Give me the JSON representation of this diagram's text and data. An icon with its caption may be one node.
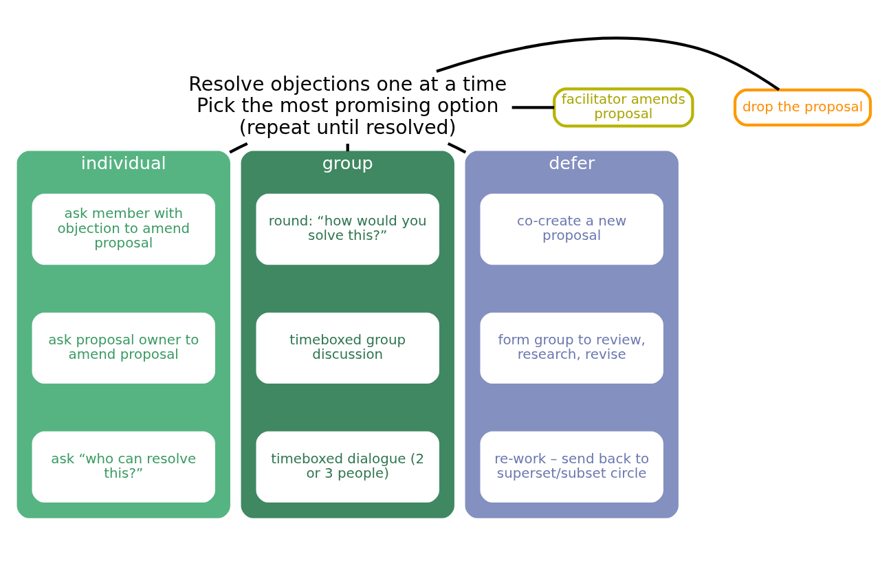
{
  "diagram": {
    "nodes": [
      {
        "text": [
          "Resolve objections one at a time",
          "Pick the most promising option (repeat until resolved)"
        ]
      },
      {
        "text": [
          "facilitator amends proposal"
        ]
      },
      {
        "text": [
          "drop the proposal"
        ]
      },
      {
        "text": [
          "individual"
        ]
      },
      {
        "text": [
          "ask member with objection to amend proposal"
        ],
        "in": 3
      },
      {
        "text": [
          "ask proposal owner to amend proposal"
        ],
        "in": 3
      },
      {
        "text": [
          "ask “who can resolve this?”"
        ],
        "in": 3
      },
      {
        "text": [
          "group"
        ]
      },
      {
        "text": [
          "round: “how would you solve this?”"
        ],
        "in": 7
      },
      {
        "text": [
          "timeboxed group discussion"
        ],
        "in": 7
      },
      {
        "text": [
          "timeboxed dialogue (2 or 3 people)"
        ],
        "in": 7
      },
      {
        "text": [
          "defer"
        ]
      },
      {
        "text": [
          "co-create a new proposal"
        ],
        "in": 11
      },
      {
        "text": [
          "form group to review, research, revise"
        ],
        "in": 11
      },
      {
        "text": [
          "re-work – send back to superset/subset circle"
        ],
        "in": 11
      }
    ],
    "edges": [
      {
        "from": 0,
        "to": 1,
        "arrow": "none"
      },
      {
        "from": 0,
        "to": 2,
        "arrow": "none"
      },
      {
        "from": 0,
        "to": 3,
        "arrow": "none"
      },
      {
        "from": 0,
        "to": 7,
        "arrow": "none"
      },
      {
        "from": 0,
        "to": 11,
        "arrow": "none"
      }
    ]
  }
}
